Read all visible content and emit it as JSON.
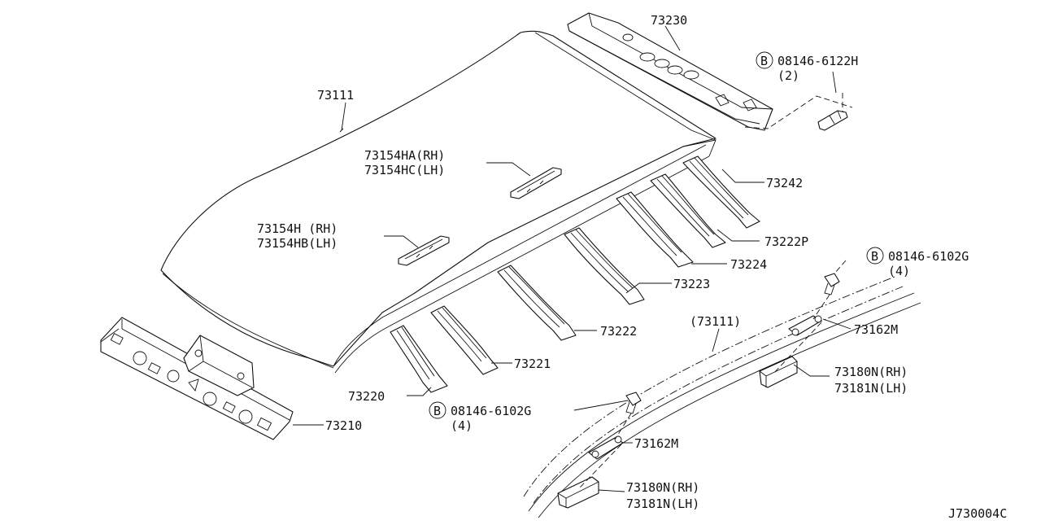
{
  "diagram_code": "J730004C",
  "bolt_symbol": "B",
  "callouts": {
    "roof_panel": "73111",
    "roof_panel_ref": "(73111)",
    "rear_rail": "73230",
    "front_rail": "73210",
    "bow_73220": "73220",
    "bow_73221": "73221",
    "bow_73222": "73222",
    "bow_73223": "73223",
    "bow_73224": "73224",
    "bow_73222p": "73222P",
    "bow_73242": "73242",
    "bracket_upper_rh": "73154HA(RH)",
    "bracket_upper_lh": "73154HC(LH)",
    "bracket_lower_rh": "73154H (RH)",
    "bracket_lower_lh": "73154HB(LH)",
    "bolt_top_part": "08146-6122H",
    "bolt_top_qty": "(2)",
    "bolt_right_part": "08146-6102G",
    "bolt_right_qty": "(4)",
    "bolt_center_part": "08146-6102G",
    "bolt_center_qty": "(4)",
    "clip_upper": "73162M",
    "clip_lower": "73162M",
    "mount_upper_rh": "73180N(RH)",
    "mount_upper_lh": "73181N(LH)",
    "mount_lower_rh": "73180N(RH)",
    "mount_lower_lh": "73181N(LH)"
  }
}
